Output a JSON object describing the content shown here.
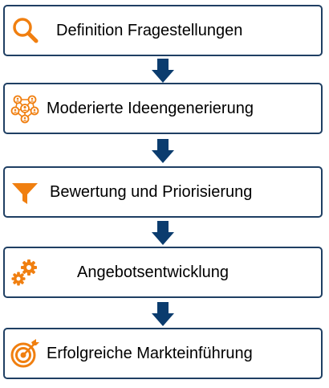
{
  "colors": {
    "box_border": "#1f3f63",
    "arrow": "#0b3c6e",
    "icon": "#f07f10"
  },
  "steps": [
    {
      "label": "Definition Fragestellungen",
      "icon": "search-icon"
    },
    {
      "label": "Moderierte Ideengenerierung",
      "icon": "network-people-icon"
    },
    {
      "label": "Bewertung und Priorisierung",
      "icon": "funnel-icon"
    },
    {
      "label": "Angebotsentwicklung",
      "icon": "gears-icon"
    },
    {
      "label": "Erfolgreiche Markteinführung",
      "icon": "target-icon"
    }
  ]
}
